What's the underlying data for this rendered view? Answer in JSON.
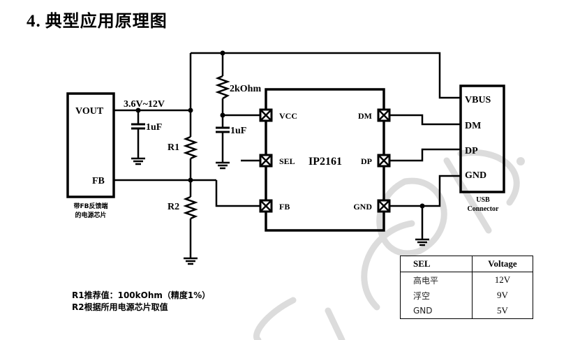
{
  "title": {
    "number": "4.",
    "text": "典型应用原理图"
  },
  "source_chip": {
    "pin_vout": "VOUT",
    "pin_fb": "FB",
    "caption_line1": "带FB反馈端",
    "caption_line2": "的电源芯片"
  },
  "supply_label": "3.6V~12V",
  "components": {
    "c1_label": "1uF",
    "c2_label": "1uF",
    "r_vcc_label": "2kOhm",
    "r1_label": "R1",
    "r2_label": "R2"
  },
  "ic": {
    "name": "IP2161",
    "pins_left": [
      "VCC",
      "SEL",
      "FB"
    ],
    "pins_right": [
      "DM",
      "DP",
      "GND"
    ]
  },
  "usb": {
    "pins": [
      "VBUS",
      "DM",
      "DP",
      "GND"
    ],
    "caption_line1": "USB",
    "caption_line2": "Connector"
  },
  "sel_table": {
    "headers": [
      "SEL",
      "Voltage"
    ],
    "rows": [
      {
        "sel": "高电平",
        "voltage": "12V"
      },
      {
        "sel": "浮空",
        "voltage": "9V"
      },
      {
        "sel": "GND",
        "voltage": "5V"
      }
    ]
  },
  "notes": [
    "R1推荐值：100kOhm（精度1%）",
    "R2根据所用电源芯片取值"
  ],
  "watermark": "...C Corp.",
  "colors": {
    "wire": "#000000",
    "watermark": "#d9d9d9"
  }
}
